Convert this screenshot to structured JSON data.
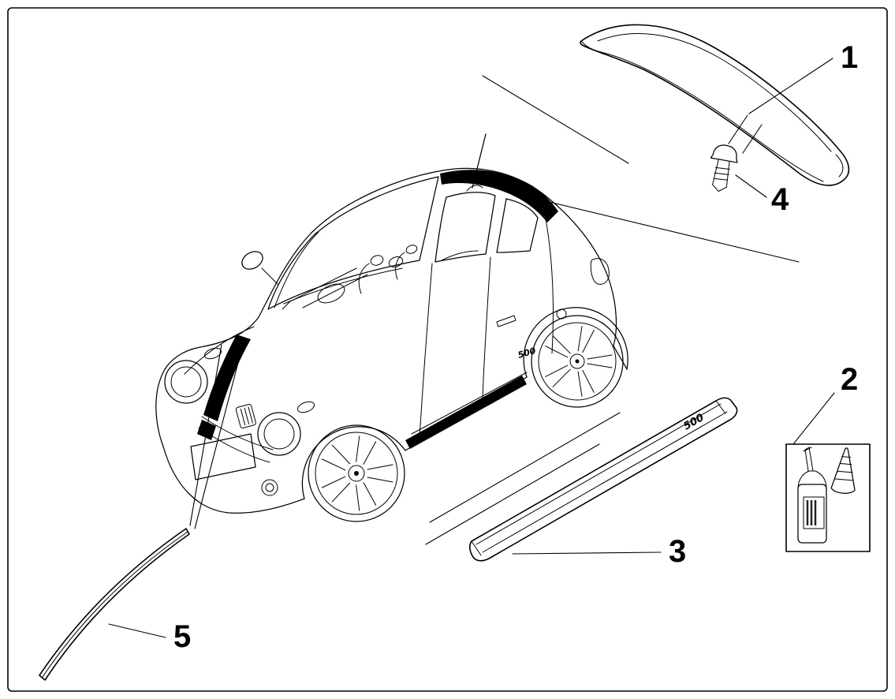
{
  "diagram": {
    "callouts": [
      "1",
      "2",
      "3",
      "4",
      "5"
    ],
    "badges": {
      "door": "500",
      "strip": "500"
    },
    "colors": {
      "line": "#000000",
      "background": "#ffffff",
      "decal": "#000000"
    }
  }
}
